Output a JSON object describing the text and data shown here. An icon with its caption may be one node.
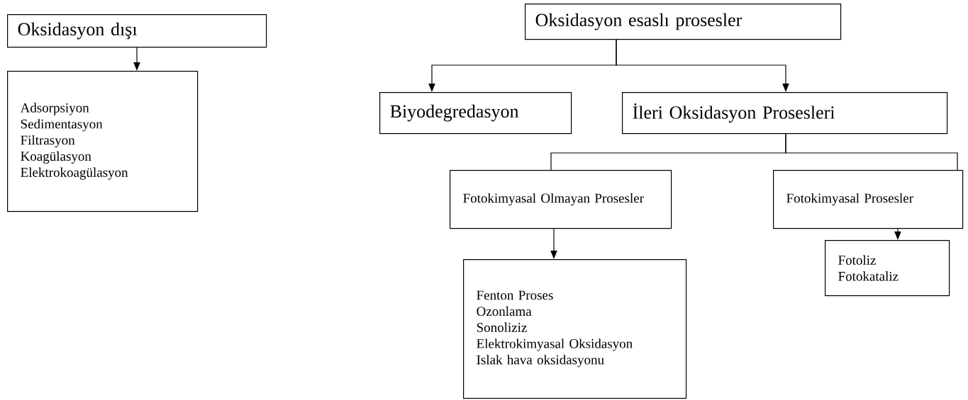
{
  "diagram": {
    "nodes": [
      {
        "text": [
          "Oksidasyon dışı"
        ]
      },
      {
        "text": [
          "Adsorpsiyon",
          "Sedimentasyon",
          "Filtrasyon",
          "Koagülasyon",
          "Elektrokoagülasyon"
        ]
      },
      {
        "text": [
          "Oksidasyon esaslı prosesler"
        ]
      },
      {
        "text": [
          "Biyodegredasyon"
        ]
      },
      {
        "text": [
          "İleri Oksidasyon Prosesleri"
        ]
      },
      {
        "text": [
          "Fotokimyasal Olmayan Prosesler"
        ]
      },
      {
        "text": [
          "Fotokimyasal Prosesler"
        ]
      },
      {
        "text": [
          "Fenton Proses",
          "Ozonlama",
          "Sonoliziz",
          "Elektrokimyasal Oksidasyon",
          "Islak hava oksidasyonu"
        ]
      },
      {
        "text": [
          "Fotoliz",
          "Fotokataliz"
        ]
      }
    ],
    "edges": [
      {
        "from": 0,
        "to": 1,
        "arrow": "to"
      },
      {
        "from": 2,
        "to": 3,
        "arrow": "to"
      },
      {
        "from": 2,
        "to": 4,
        "arrow": "to"
      },
      {
        "from": 4,
        "to": 5,
        "arrow": "none"
      },
      {
        "from": 4,
        "to": 6,
        "arrow": "none"
      },
      {
        "from": 5,
        "to": 7,
        "arrow": "to"
      },
      {
        "from": 6,
        "to": 8,
        "arrow": "to"
      }
    ]
  }
}
